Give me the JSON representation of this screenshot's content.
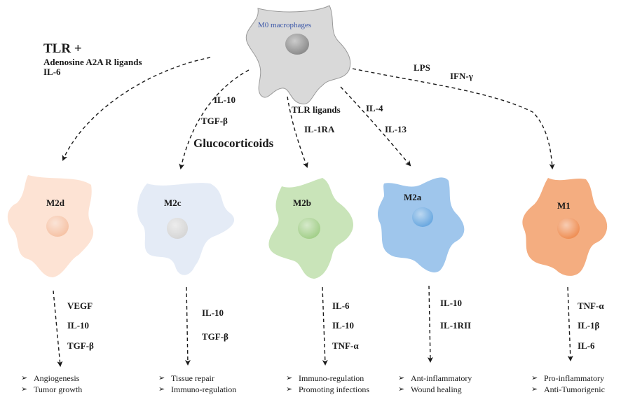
{
  "source_cell": {
    "label": "M0 macrophages",
    "fill": "#d9d9d9",
    "nucleus": "#8c8c8c"
  },
  "stimuli": {
    "m2d": {
      "line1": "TLR +",
      "line2": "Adenosine A2A R ligands",
      "line3": "IL-6"
    },
    "m2c": {
      "line1": "IL-10",
      "line2": "TGF-β",
      "line3": "Glucocorticoids"
    },
    "m2b": {
      "line1": "TLR ligands",
      "line2": "IL-1RA"
    },
    "m2a": {
      "line1": "IL-4",
      "line2": "IL-13"
    },
    "m1": {
      "line1": "LPS",
      "line2": "IFN-γ"
    }
  },
  "cells": [
    {
      "label": "M2d",
      "fill": "#fde3d4",
      "nucleus": "#f6c3a6"
    },
    {
      "label": "M2c",
      "fill": "#e4ebf6",
      "nucleus": "#d6d6d6"
    },
    {
      "label": "M2b",
      "fill": "#c9e4b9",
      "nucleus": "#a3cf8a"
    },
    {
      "label": "M2a",
      "fill": "#9fc6ec",
      "nucleus": "#6aa8e0"
    },
    {
      "label": "M1",
      "fill": "#f4ad80",
      "nucleus": "#ef8f55"
    }
  ],
  "secretions": {
    "m2d": [
      "VEGF",
      "IL-10",
      "TGF-β"
    ],
    "m2c": [
      "IL-10",
      "TGF-β"
    ],
    "m2b": [
      "IL-6",
      "IL-10",
      "TNF-α"
    ],
    "m2a": [
      "IL-10",
      "IL-1RII"
    ],
    "m1": [
      "TNF-α",
      "IL-1β",
      "IL-6"
    ]
  },
  "outcomes": {
    "m2d": [
      "Angiogenesis",
      "Tumor growth"
    ],
    "m2c": [
      "Tissue repair",
      "Immuno-regulation"
    ],
    "m2b": [
      "Immuno-regulation",
      "Promoting infections"
    ],
    "m2a": [
      "Ant-inflammatory",
      "Wound healing"
    ],
    "m1": [
      "Pro-inflammatory",
      "Anti-Tumorigenic"
    ]
  },
  "bullet_glyph": "➢"
}
